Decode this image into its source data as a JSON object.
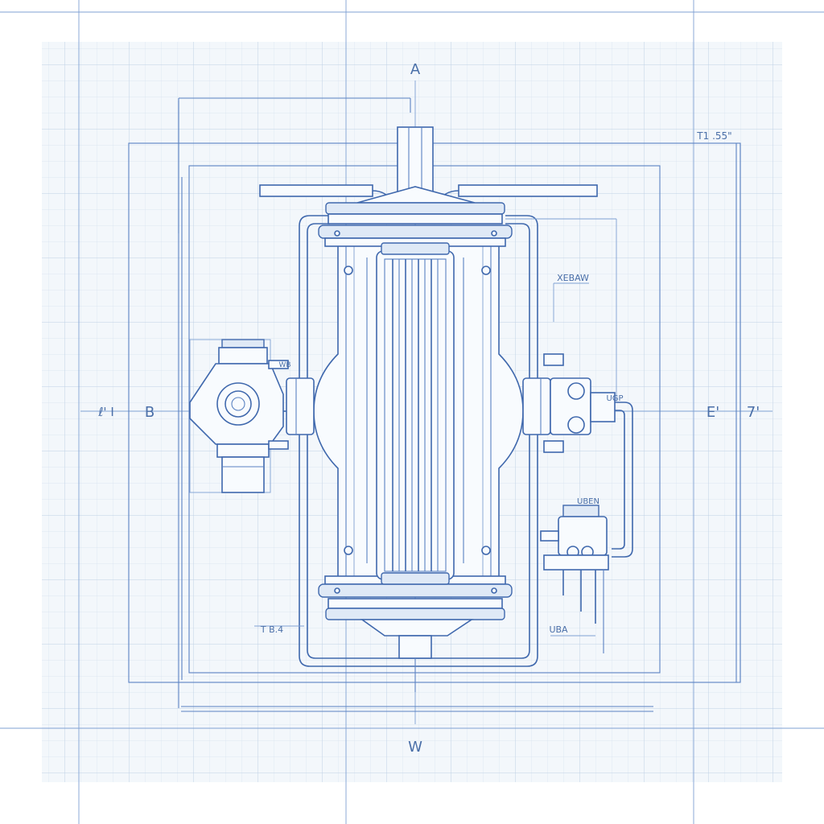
{
  "labels": {
    "top_section": "A",
    "bottom_section": "W",
    "left_section": "B",
    "left_dim": "ℓ' I",
    "right_section": "E'",
    "right_dim": "7'",
    "top_right_dim": "T1 .55\"",
    "right_callout_upper": "XEBAW",
    "right_callout_mid": "UGP",
    "right_callout_lower": "UBEN",
    "bottom_left_callout": "T B.4",
    "bottom_right_callout": "UBA",
    "left_fitting_callout": "WB"
  },
  "colors": {
    "paper": "#f3f7fb",
    "grid": "#c9d8ea",
    "ink": "#3f68ad"
  }
}
